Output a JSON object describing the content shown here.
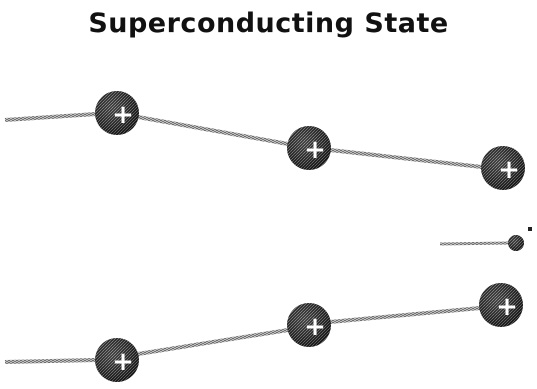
{
  "title": "Superconducting State",
  "ion_symbol": "+",
  "colors": {
    "background": "#ffffff",
    "ion_fill": "#3a3a3a",
    "lattice_link": "#9a9a9a",
    "ion_symbol": "#ffffff",
    "electron": "#444444"
  },
  "upper_chain": {
    "ion_count": 3
  },
  "lower_chain": {
    "ion_count": 3
  },
  "electron": {
    "shown": true,
    "has_trail": true
  }
}
